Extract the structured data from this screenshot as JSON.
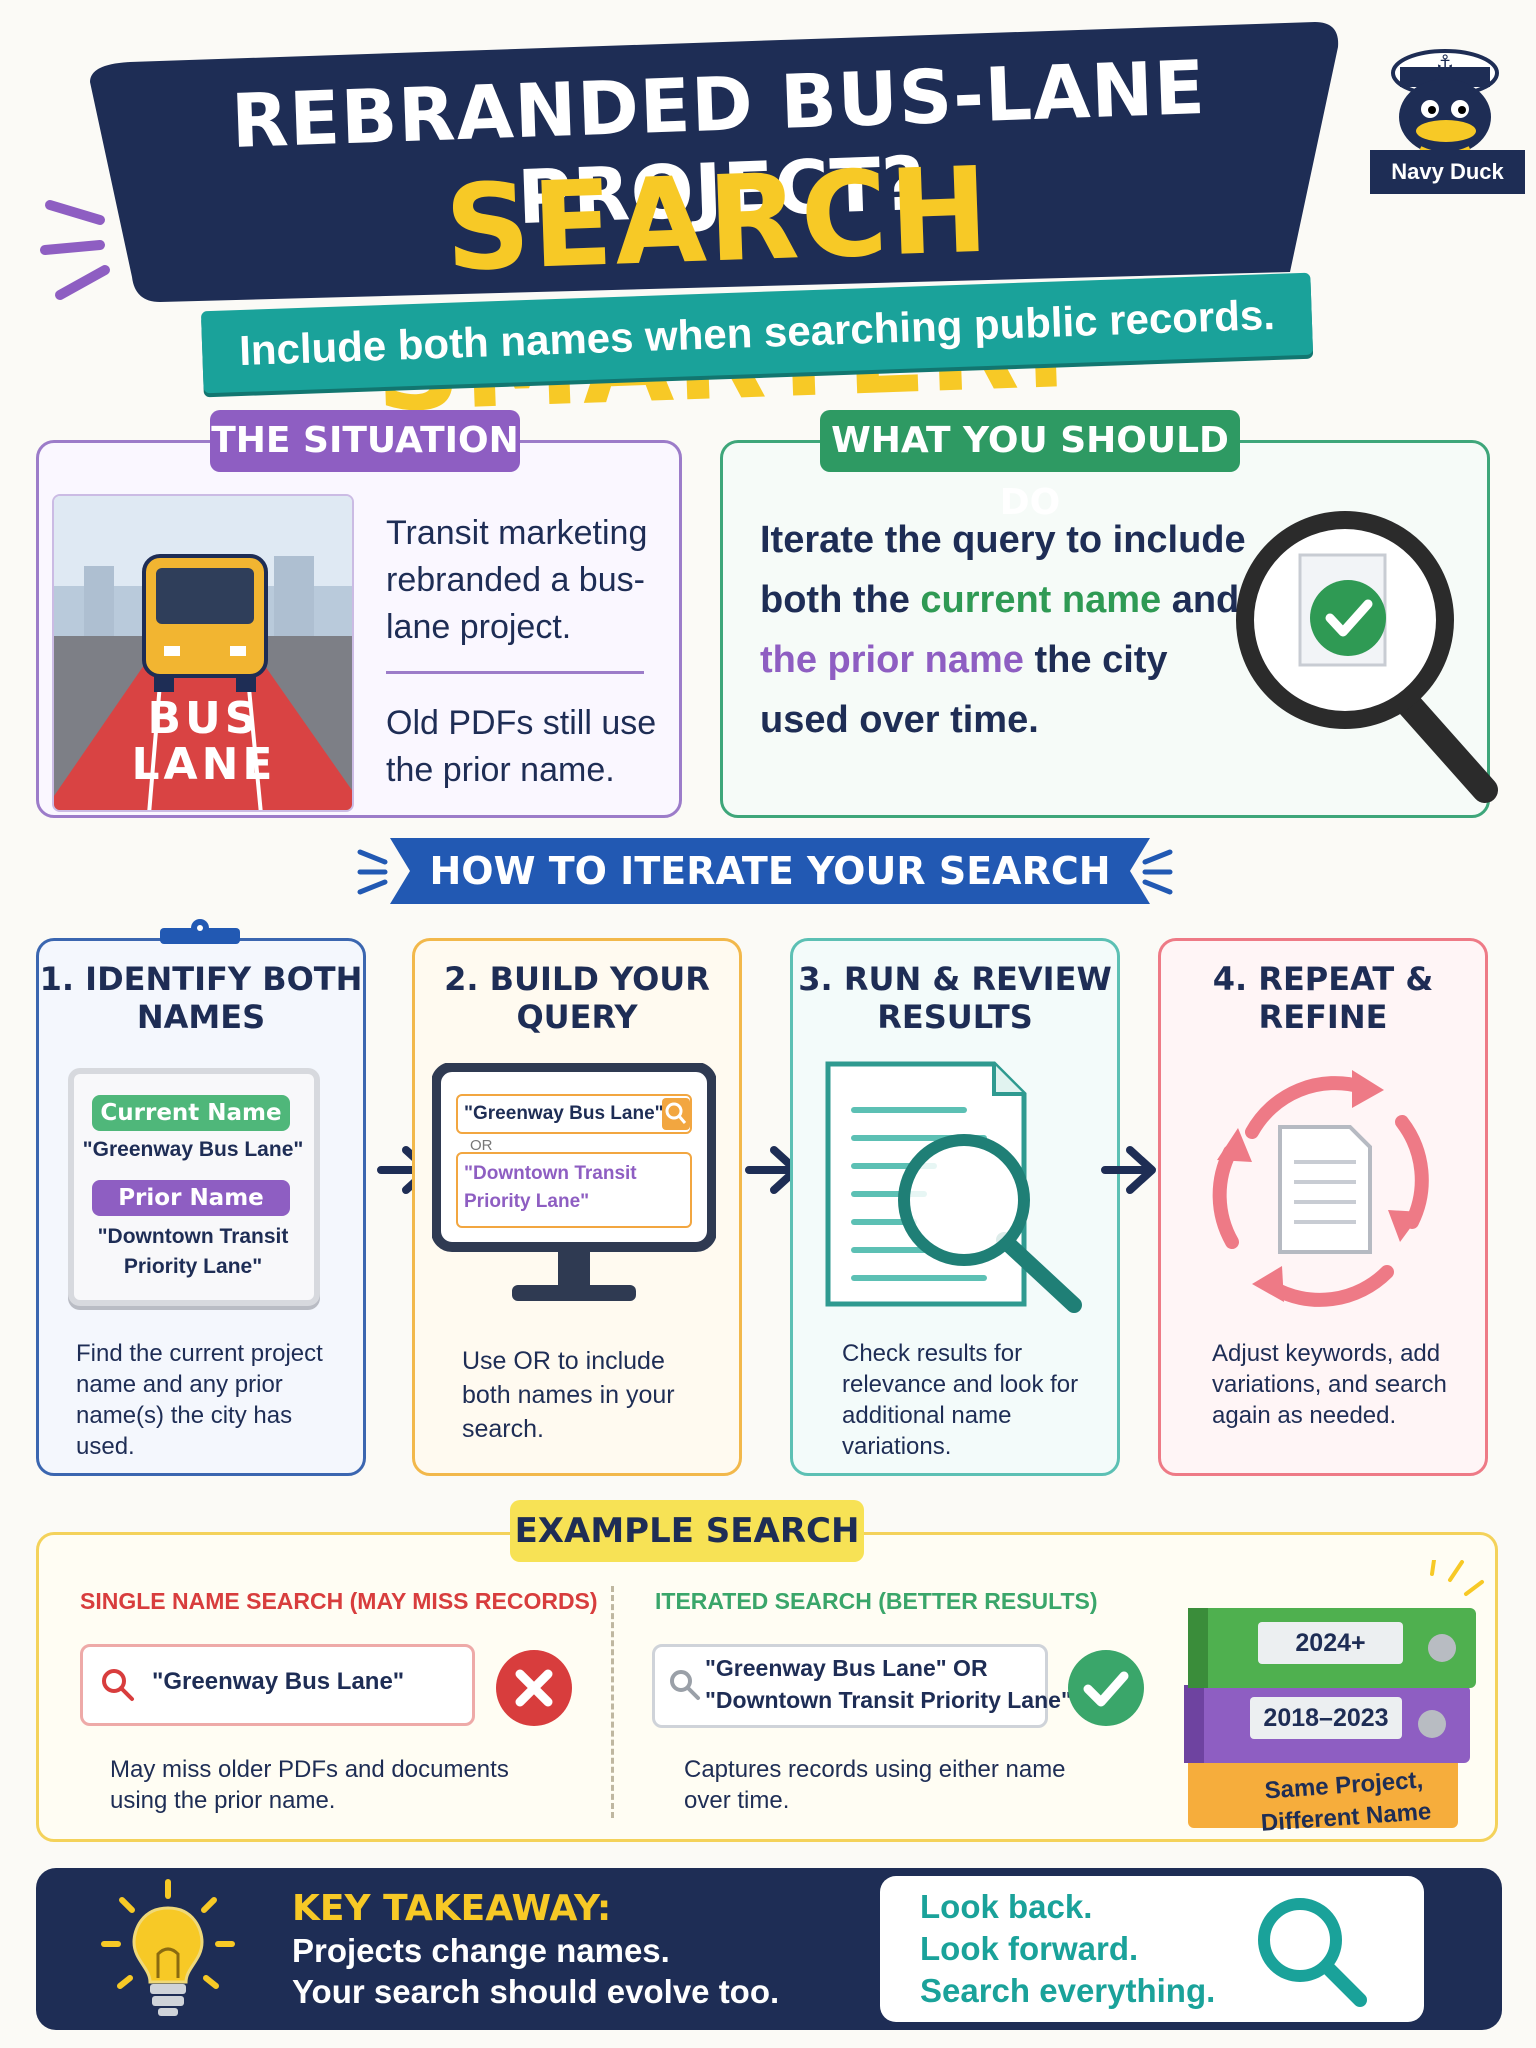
{
  "header": {
    "title_line1": "REBRANDED BUS-LANE PROJECT?",
    "title_line2": "SEARCH SMARTER.",
    "subtitle": "Include both names when searching public records.",
    "mascot_label": "Navy Duck"
  },
  "situation": {
    "label": "THE SITUATION",
    "road_text": "BUS LANE",
    "text1": "Transit marketing rebranded a bus-lane project.",
    "text2": "Old PDFs still use the prior name."
  },
  "what_to_do": {
    "label": "WHAT YOU SHOULD DO",
    "part1": "Iterate the query to include both the ",
    "highlight1": "current name",
    "part2": " and ",
    "highlight2": "the prior name",
    "part3": " the city used over time."
  },
  "how_to": {
    "title": "HOW TO ITERATE YOUR SEARCH",
    "steps": [
      {
        "title": "1. IDENTIFY BOTH NAMES",
        "desc": "Find the current project name and any prior name(s) the city has used.",
        "current_label": "Current Name",
        "current_value": "\"Greenway Bus Lane\"",
        "prior_label": "Prior Name",
        "prior_value": "\"Downtown Transit Priority Lane\""
      },
      {
        "title": "2. BUILD YOUR QUERY",
        "desc": "Use OR to include both names in your search.",
        "query1": "\"Greenway Bus Lane\"",
        "or_text": "OR",
        "query2": "\"Downtown Transit Priority Lane\""
      },
      {
        "title": "3. RUN & REVIEW RESULTS",
        "desc": "Check results for relevance and look for additional name variations."
      },
      {
        "title": "4. REPEAT & REFINE",
        "desc": "Adjust keywords, add variations, and search again as needed."
      }
    ]
  },
  "example": {
    "label": "EXAMPLE SEARCH",
    "single_heading": "SINGLE NAME SEARCH (MAY MISS RECORDS)",
    "single_query": "\"Greenway Bus Lane\"",
    "single_desc": "May miss older PDFs and documents using the prior name.",
    "iter_heading": "ITERATED SEARCH (BETTER RESULTS)",
    "iter_query_line1": "\"Greenway Bus Lane\" OR",
    "iter_query_line2": "\"Downtown Transit Priority Lane\"",
    "iter_desc": "Captures records using either name over time.",
    "binder1": "2024+",
    "binder2": "2018–2023",
    "binder3": "Same Project, Different Name"
  },
  "takeaway": {
    "title": "KEY TAKEAWAY:",
    "line1": "Projects change names.",
    "line2": "Your search should evolve too.",
    "card_line1": "Look back.",
    "card_line2": "Look forward.",
    "card_line3": "Search everything."
  },
  "colors": {
    "navy": "#1e2d55",
    "yellow": "#f7c926",
    "teal": "#1aa29a",
    "purple": "#8e5ec2",
    "green": "#2f9a54",
    "red": "#d83d3d"
  }
}
